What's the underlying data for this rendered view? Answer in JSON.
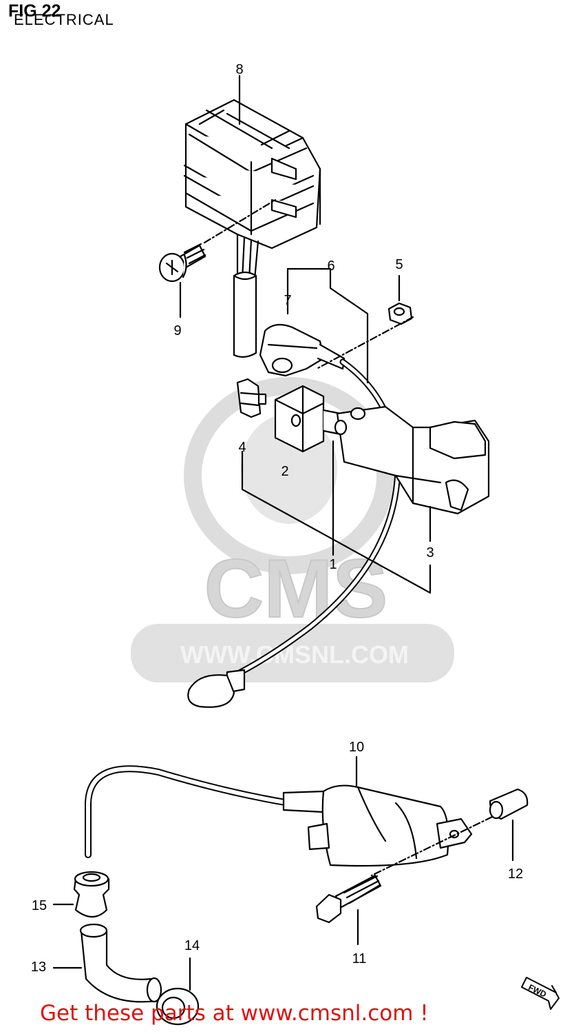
{
  "figure": {
    "title": "FIG 22",
    "subtitle": "ELECTRICAL"
  },
  "watermark": {
    "brand": "CMS",
    "url": "WWW.CMSNL.COM"
  },
  "callouts": [
    "1",
    "2",
    "3",
    "4",
    "5",
    "6",
    "7",
    "8",
    "9",
    "10",
    "11",
    "12",
    "13",
    "14",
    "15"
  ],
  "direction_badge": "FWD",
  "footer": {
    "cta": "Get these parts at www.cmsnl.com !"
  },
  "colors": {
    "line": "#000000",
    "watermark": "#d8d8d8",
    "cta": "#e01010"
  }
}
